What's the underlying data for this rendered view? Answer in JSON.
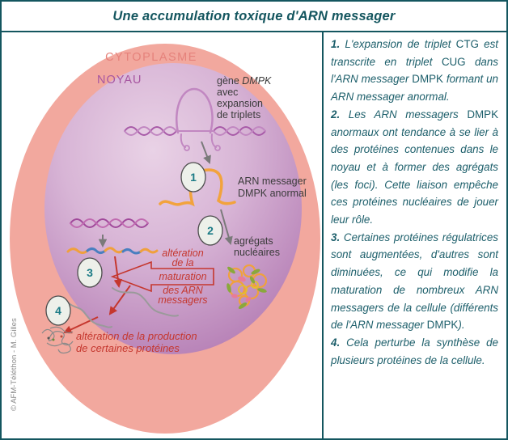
{
  "title": "Une accumulation toxique d'ARN messager",
  "credit": "© AFM-Téléthon - M. Gilles",
  "colors": {
    "frame_teal": "#14565f",
    "note_text": "#1d5f6b",
    "cytoplasm_fill": "#f2a89e",
    "cytoplasm_label": "#e5827b",
    "nucleus_edge": "#b780b6",
    "nucleus_center": "#e7cfe4",
    "nucleus_label": "#a756a1",
    "annotation_red": "#c5372e",
    "mrna_orange": "#f2a33c",
    "dna_purple": "#a0489a",
    "gene_purple": "#c187c1",
    "step_number_teal": "#1b7b86",
    "step_circle_fill": "#edf0ea"
  },
  "diagram": {
    "cytoplasm_label": "CYTOPLASME",
    "nucleus_label": "NOYAU",
    "gene_label": {
      "prefix": "gène ",
      "gene": "DMPK",
      "lines": [
        "avec",
        "expansion",
        "de triplets"
      ]
    },
    "mrna_label_lines": [
      "ARN messager",
      "DMPK anormal"
    ],
    "aggregates_label_lines": [
      "agrégats",
      "nucléaires"
    ],
    "maturation_label_lines": [
      "altération",
      "de la",
      "maturation",
      "des ARN",
      "messagers"
    ],
    "production_label_lines": [
      "altération de la production",
      "de certaines protéines"
    ],
    "step_numbers": [
      "1",
      "2",
      "3",
      "4"
    ]
  },
  "notes": [
    {
      "num": "1.",
      "segments": [
        {
          "text": "L'expansion de triplet "
        },
        {
          "text": "CTG",
          "upright": true
        },
        {
          "text": " est transcrite en triplet "
        },
        {
          "text": "CUG",
          "upright": true
        },
        {
          "text": " dans l'ARN messager "
        },
        {
          "text": "DMPK",
          "upright": true
        },
        {
          "text": " formant un ARN messager anormal."
        }
      ]
    },
    {
      "num": "2.",
      "segments": [
        {
          "text": "Les ARN messagers "
        },
        {
          "text": "DMPK",
          "upright": true
        },
        {
          "text": " anormaux ont tendance à se lier à des protéines contenues dans le noyau et à former des agrégats (les foci). Cette liaison empêche ces protéines nucléaires de jouer leur rôle."
        }
      ]
    },
    {
      "num": "3.",
      "segments": [
        {
          "text": "Certaines protéines régulatrices sont augmentées, d'autres sont diminuées, ce qui modifie la maturation de nombreux ARN messagers de la cellule (différents de l'ARN messager "
        },
        {
          "text": "DMPK",
          "upright": true
        },
        {
          "text": ")."
        }
      ]
    },
    {
      "num": "4.",
      "segments": [
        {
          "text": "Cela perturbe la synthèse de plusieurs protéines de la cellule."
        }
      ]
    }
  ]
}
